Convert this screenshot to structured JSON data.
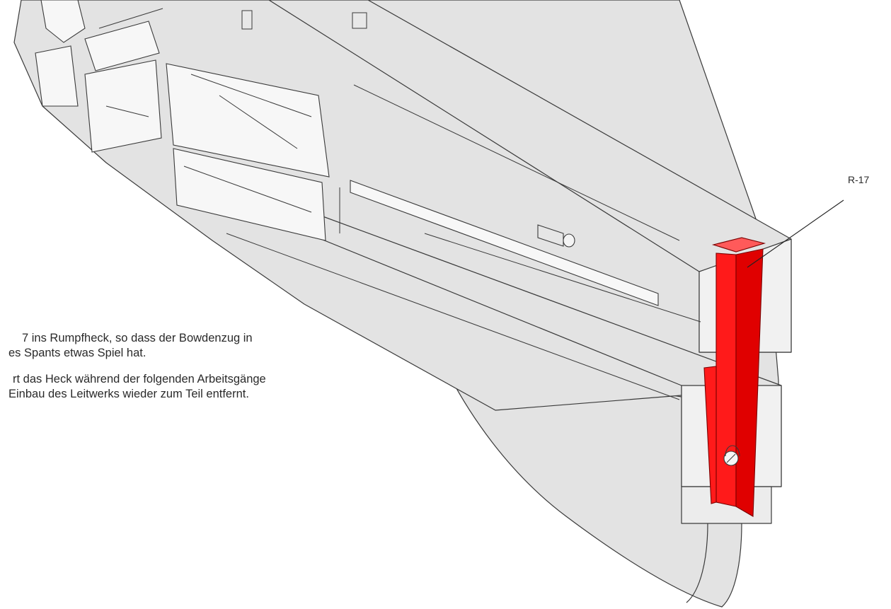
{
  "callout": {
    "part_label": "R-17"
  },
  "instructions": [
    {
      "line1": "7 ins Rumpfheck, so dass der Bowdenzug in",
      "line2": "es Spants etwas Spiel hat."
    },
    {
      "line1": "rt das Heck während der folgenden Arbeitsgänge",
      "line2": "Einbau des Leitwerks wieder zum Teil entfernt."
    }
  ],
  "colors": {
    "highlight_part": "#ff1a1a",
    "model_fill": "#e3e3e3",
    "model_stroke": "#3a3a3a",
    "text": "#2a2a2a"
  }
}
